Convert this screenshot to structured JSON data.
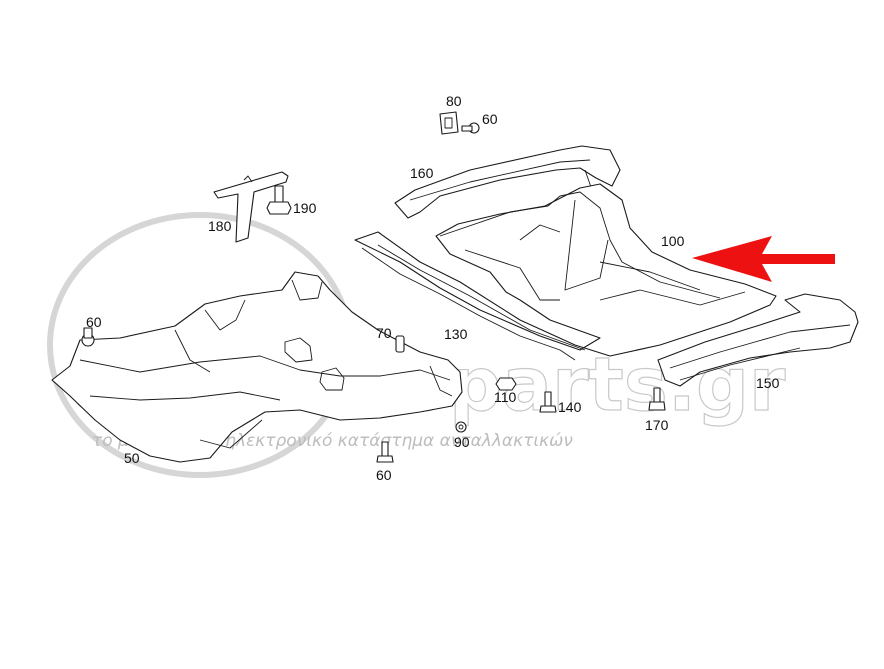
{
  "watermark": {
    "main": "euroautoparts.gr",
    "sub": "το μεγαλύτερο ηλεκτρονικό κατάστημα ανταλλακτικών"
  },
  "labels": {
    "p80": "80",
    "p60_top": "60",
    "p160": "160",
    "p190": "190",
    "p180": "180",
    "p100": "100",
    "p60_left": "60",
    "p70": "70",
    "p130": "130",
    "p110": "110",
    "p140": "140",
    "p150": "150",
    "p170": "170",
    "p90": "90",
    "p50": "50",
    "p60_bottom": "60"
  },
  "colors": {
    "arrow": "#ee1111",
    "line": "#1a1a1a",
    "watermark": "#c9c9c9"
  }
}
